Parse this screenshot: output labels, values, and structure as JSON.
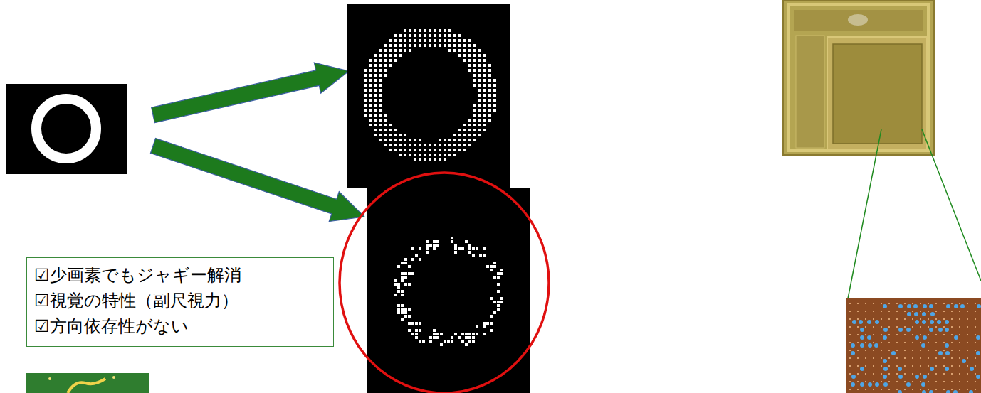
{
  "diagram": {
    "nodes": [
      {
        "text": [
          "☑少画素でもジャギー解消",
          "☑視覚の特性（副尺視力）",
          "☑方向依存性がない"
        ]
      }
    ]
  }
}
